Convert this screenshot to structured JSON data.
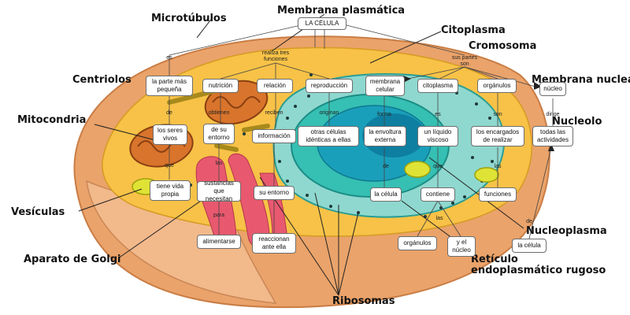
{
  "diagram": {
    "structure_labels": {
      "microtubulos": "Microtúbulos",
      "membrana_plasmatica": "Membrana plasmática",
      "citoplasma": "Citoplasma",
      "cromosoma": "Cromosoma",
      "membrana_nuclear": "Membrana nuclear",
      "nucleolo": "Nucleolo",
      "centriolos": "Centriolos",
      "mitocondria": "Mitocondria",
      "vesiculas": "Vesículas",
      "aparato_golgi": "Aparato de Golgi",
      "nucleoplasma": "Nucleoplasma",
      "reticulo_1": "Retículo",
      "reticulo_2": "endoplasmático rugoso",
      "ribosomas": "Ribosomas"
    },
    "concept_map": {
      "root": "LA CÉLULA",
      "nodes": {
        "pequena": "la parte más\npequeña",
        "nutricion": "nutrición",
        "relacion": "relación",
        "reproduccion": "reproducción",
        "membrana": "membrana\ncelular",
        "citoplasma": "citoplasma",
        "organulos_top": "orgánulos",
        "nucleo": "núcleo",
        "seres": "los seres\nvivos",
        "entorno1": "de su\nentorno",
        "informacion": "información",
        "otras": "otras células\nidénticas a ellas",
        "envoltura": "la envoltura\nexterna",
        "liquido": "un líquido\nviscoso",
        "encargados": "los encargados\nde realizar",
        "actividades": "todas las\nactividades",
        "vida": "tiene vida\npropia",
        "sustancias": "sustancias\nque necesitan",
        "entorno2": "su entorno",
        "lacelula1": "la célula",
        "contiene": "contiene",
        "funciones": "funciones",
        "alimentarse": "alimentarse",
        "reaccionan": "reaccionan\nante ella",
        "organulos_bot": "orgánulos",
        "ynucleo": "y el\nnúcleo",
        "lacelula2": "la célula"
      },
      "links": {
        "es1": "es",
        "realiza": "realiza tres\nfunciones",
        "susparte": "sus partes\nson",
        "de1": "de",
        "obtienen": "obtienen",
        "reciben": "reciben",
        "originan": "originan",
        "forma": "forma",
        "es2": "es",
        "son": "son",
        "dirige": "dirige",
        "las1": "las",
        "que1": "que",
        "para": "para",
        "de2": "de",
        "que2": "que",
        "las2": "las",
        "las3": "las",
        "de3": "de"
      }
    },
    "colors": {
      "cell_outer": "#eaa36a",
      "cytoplasm": "#f7c247",
      "nucleus_outer": "#36bfb3",
      "nucleus_inner": "#0e7fa0",
      "golgi": "#e8596f",
      "mitochondria": "#d8742c",
      "vesicle": "#dfe336"
    }
  }
}
